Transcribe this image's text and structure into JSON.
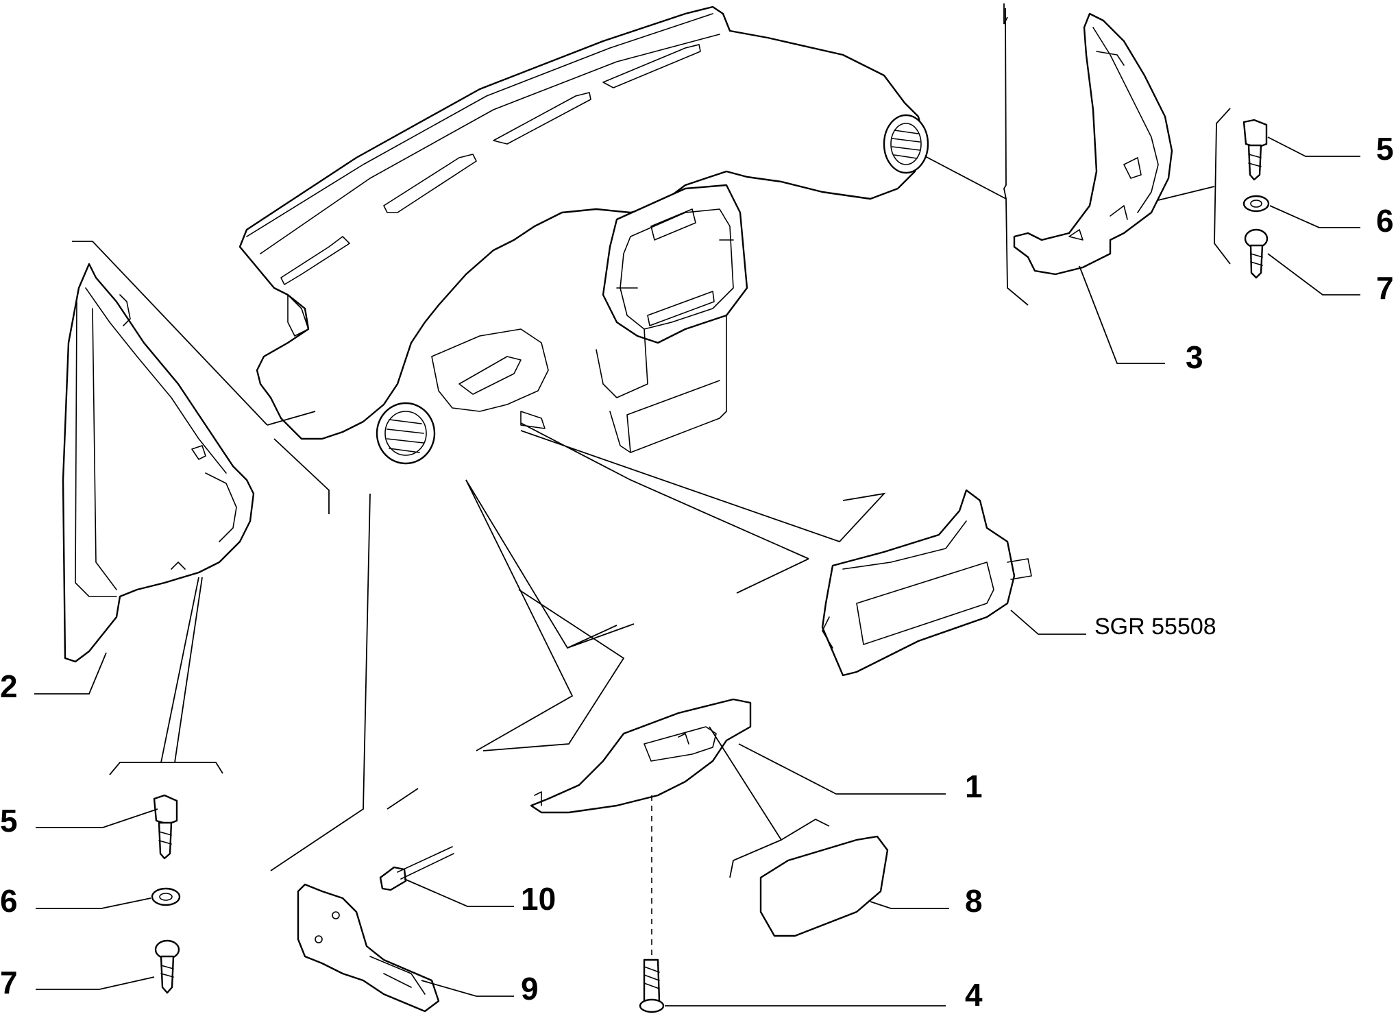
{
  "callouts": {
    "c1": "1",
    "c2": "2",
    "c3": "3",
    "c4": "4",
    "c5_right": "5",
    "c6_right": "6",
    "c7_right": "7",
    "c5_left": "5",
    "c6_left": "6",
    "c7_left": "7",
    "c8": "8",
    "c9": "9",
    "c10": "10"
  },
  "reference_label": "SGR 55508"
}
